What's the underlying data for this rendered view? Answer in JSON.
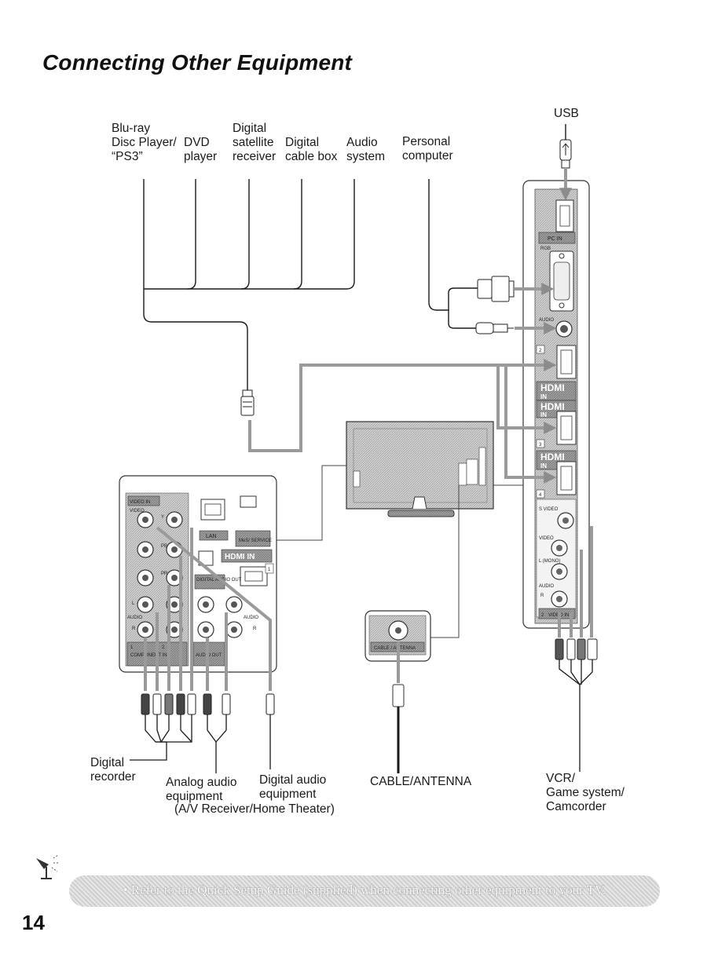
{
  "page": {
    "title": "Connecting Other Equipment",
    "page_number": "14"
  },
  "top_labels": {
    "bluray": "Blu-ray\nDisc Player/\n“PS3”",
    "dvd": "DVD\nplayer",
    "satellite": "Digital\nsatellite\nreceiver",
    "cablebox": "Digital\ncable box",
    "audio": "Audio\nsystem",
    "pc": "Personal\ncomputer",
    "usb": "USB"
  },
  "bottom_labels": {
    "digital_recorder": "Digital\nrecorder",
    "analog_audio": "Analog audio\nequipment",
    "digital_audio": "Digital audio\nequipment",
    "av_receiver": "(A/V Receiver/Home Theater)",
    "cable_antenna": "CABLE/ANTENNA",
    "vcr": "VCR/\nGame system/\nCamcorder"
  },
  "panel_labels": {
    "pc_in": "PC IN",
    "rgb": "RGB",
    "audio": "AUDIO",
    "hdmi": "HDMI",
    "in": "IN",
    "hdmi_2": "2",
    "hdmi_3": "3",
    "hdmi_4": "4",
    "s_video": "S VIDEO",
    "video": "VIDEO",
    "l_mono": "L (MONO)",
    "r": "R",
    "video_in_2": "VIDEO IN",
    "video_in_num": "2",
    "video_in_1": "VIDEO IN",
    "video_in_sub": "VIDEO",
    "y": "Y",
    "pb": "PB",
    "pr": "PR",
    "l": "L",
    "audio_l": "AUDIO",
    "audio_r": "AUDIO",
    "lan": "LAN",
    "service": "MeS/ SERVICE",
    "hdmi_in_1": "HDMI IN",
    "digital_audio_out": "DIGITAL AUDIO OUT",
    "audio_out": "AUDIO OUT",
    "component_in": "COMPONENT IN",
    "cable_antenna_jack": "CABLE / ANTENNA",
    "one": "1",
    "two": "2"
  },
  "tip": {
    "text": "• Refer to the Quick Setup Guide (supplied) when connecting other equipment to your TV."
  },
  "colors": {
    "panel_bg": "#d4d4d4",
    "arrow": "#9a9a9a",
    "line": "#1a1a1a"
  }
}
